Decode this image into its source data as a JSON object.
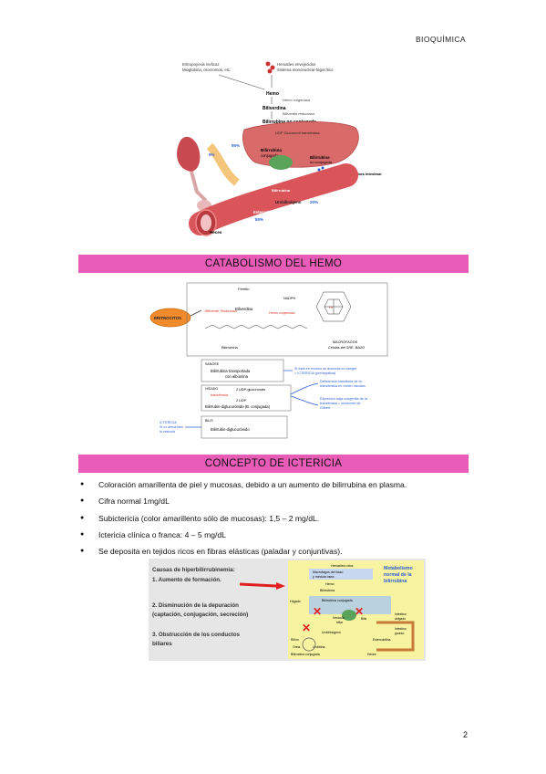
{
  "header": {
    "title": "BIOQUÍMICA"
  },
  "figure1": {
    "labels": {
      "eritro": "Eritropoyesis ineficaz",
      "mioglobina": "Mioglobina, citocromos, etc.",
      "hematies": "Hematíes envejecidos",
      "sistema": "Sistema mononuclear-fagocítico",
      "hemo": "Hemo",
      "hemo_oxig": "Hemo oxigenasa",
      "biliverdina": "Biliverdina",
      "biliv_red": "Biliverdin reductasa",
      "bilir_no_conj": "Bilirrubina no conjugada",
      "udp": "UDP Glucuronil transferasa",
      "bilirrubina": "Bilirrubina",
      "conjugada": "conjugada",
      "bilirrubina2": "Bilirrubina",
      "no_conjugada2": "no conjugada",
      "pct95": "95%",
      "pct5": "5%",
      "flora": "Flora intestinal",
      "urobilinogeno": "Urobilinógeno",
      "pct20": "20%",
      "estercobilinas": "Estercobilinas",
      "pct80": "80%",
      "orina": "Orina",
      "heces": "Heces"
    }
  },
  "section1": {
    "title": "CATABOLISMO DEL HEMO"
  },
  "figure2": {
    "labels": {
      "eritrocitos": "ERITROCITOS",
      "ferritin": "Ferritin",
      "nadph": "NADPH",
      "biliverdina": "Biliverdina",
      "biliv_red": "Biliverdin Reductasa",
      "hemo_oxig": "Hemo oxigenasa",
      "bilirrubina": "Bilirrubina",
      "macrofagos": "MACRÓFAGOS",
      "celulas": "Células del SRE, BAZO",
      "sangre": "SANGRE",
      "bili_transp": "Bilirrubina transportada",
      "con_albumina": "con albúmina",
      "note_red1": "Si está en exceso se acumula en sangre",
      "note_red2": "= ICTERICIA (prehepática)",
      "higado": "HÍGADO",
      "udp_gluc": "2 UDP-glucuronato",
      "udp": "2 UDP",
      "transferasa": "transferasa",
      "bili_diglu": "Bilirrubin-diglucurónido (B. conjugada)",
      "deficiencia1": "Deficiencia transitoria de la",
      "deficiencia2": "transferasa en recién nacidos",
      "expresion1": "Expresión baja congénita de la",
      "expresion2": "transferasa = síndrome de",
      "expresion3": "Gilbert",
      "bilis": "BILIS",
      "bili_diglu2": "Bilirrubin-diglucurónido",
      "ictericia1": "ICTERICIA",
      "ictericia2": "Si no drena bien",
      "ictericia3": "la vesícula"
    }
  },
  "section2": {
    "title": "CONCEPTO DE ICTERICIA"
  },
  "bullets": [
    "Coloración amarillenta de piel y mucosas, debido a un aumento de bilirrubina en plasma.",
    "Cifra normal 1mg/dL",
    "Subictericia (color amarillento sólo de mucosas): 1,5 – 2 mg/dL.",
    "Ictericia clínica o franca: 4 – 5 mg/dL",
    "Se deposita en tejidos ricos en fibras elásticas (paladar y conjuntivas)."
  ],
  "figure3": {
    "causes_title": "Causas de hiperbilirrubinemia:",
    "cause1": "1.  Aumento de formación.",
    "cause2a": "2. Disminución de la depuración",
    "cause2b": "(captación, conjugación, secreción)",
    "cause3a": "3. Obstrucción de los conductos",
    "cause3b": "biliares",
    "metab_title1": "Metabolismo",
    "metab_title2": "normal de la",
    "metab_title3": "bilirrubina",
    "hematies": "Hematíes rotos",
    "macrofagos1": "Macrófagos del bazo",
    "macrofagos2": "y médula ósea",
    "hemo": "Hemo",
    "bilirrubina": "Bilirrubina",
    "higado": "Hígado",
    "bili_conj": "Bilirrubina conjugada",
    "vesicula1": "Vesícula",
    "vesicula2": "biliar",
    "bilis": "Bilis",
    "intestino_del1": "Intestino",
    "intestino_del2": "delgado",
    "urobilinogeno": "Urobilinógeno",
    "intestino_gru1": "Intestino",
    "intestino_gru2": "grueso",
    "estercobilina": "Estercobilina",
    "rinon": "Riñón",
    "urobilina": "Urobilina",
    "bili_conj2": "Bilirrubina conjugada",
    "orina": "Orina",
    "heces": "Heces"
  },
  "footer": {
    "page_number": "2"
  },
  "colors": {
    "section_bar": "#e85cb8",
    "accent_red": "#d9301f",
    "accent_blue": "#2a5fd4"
  }
}
